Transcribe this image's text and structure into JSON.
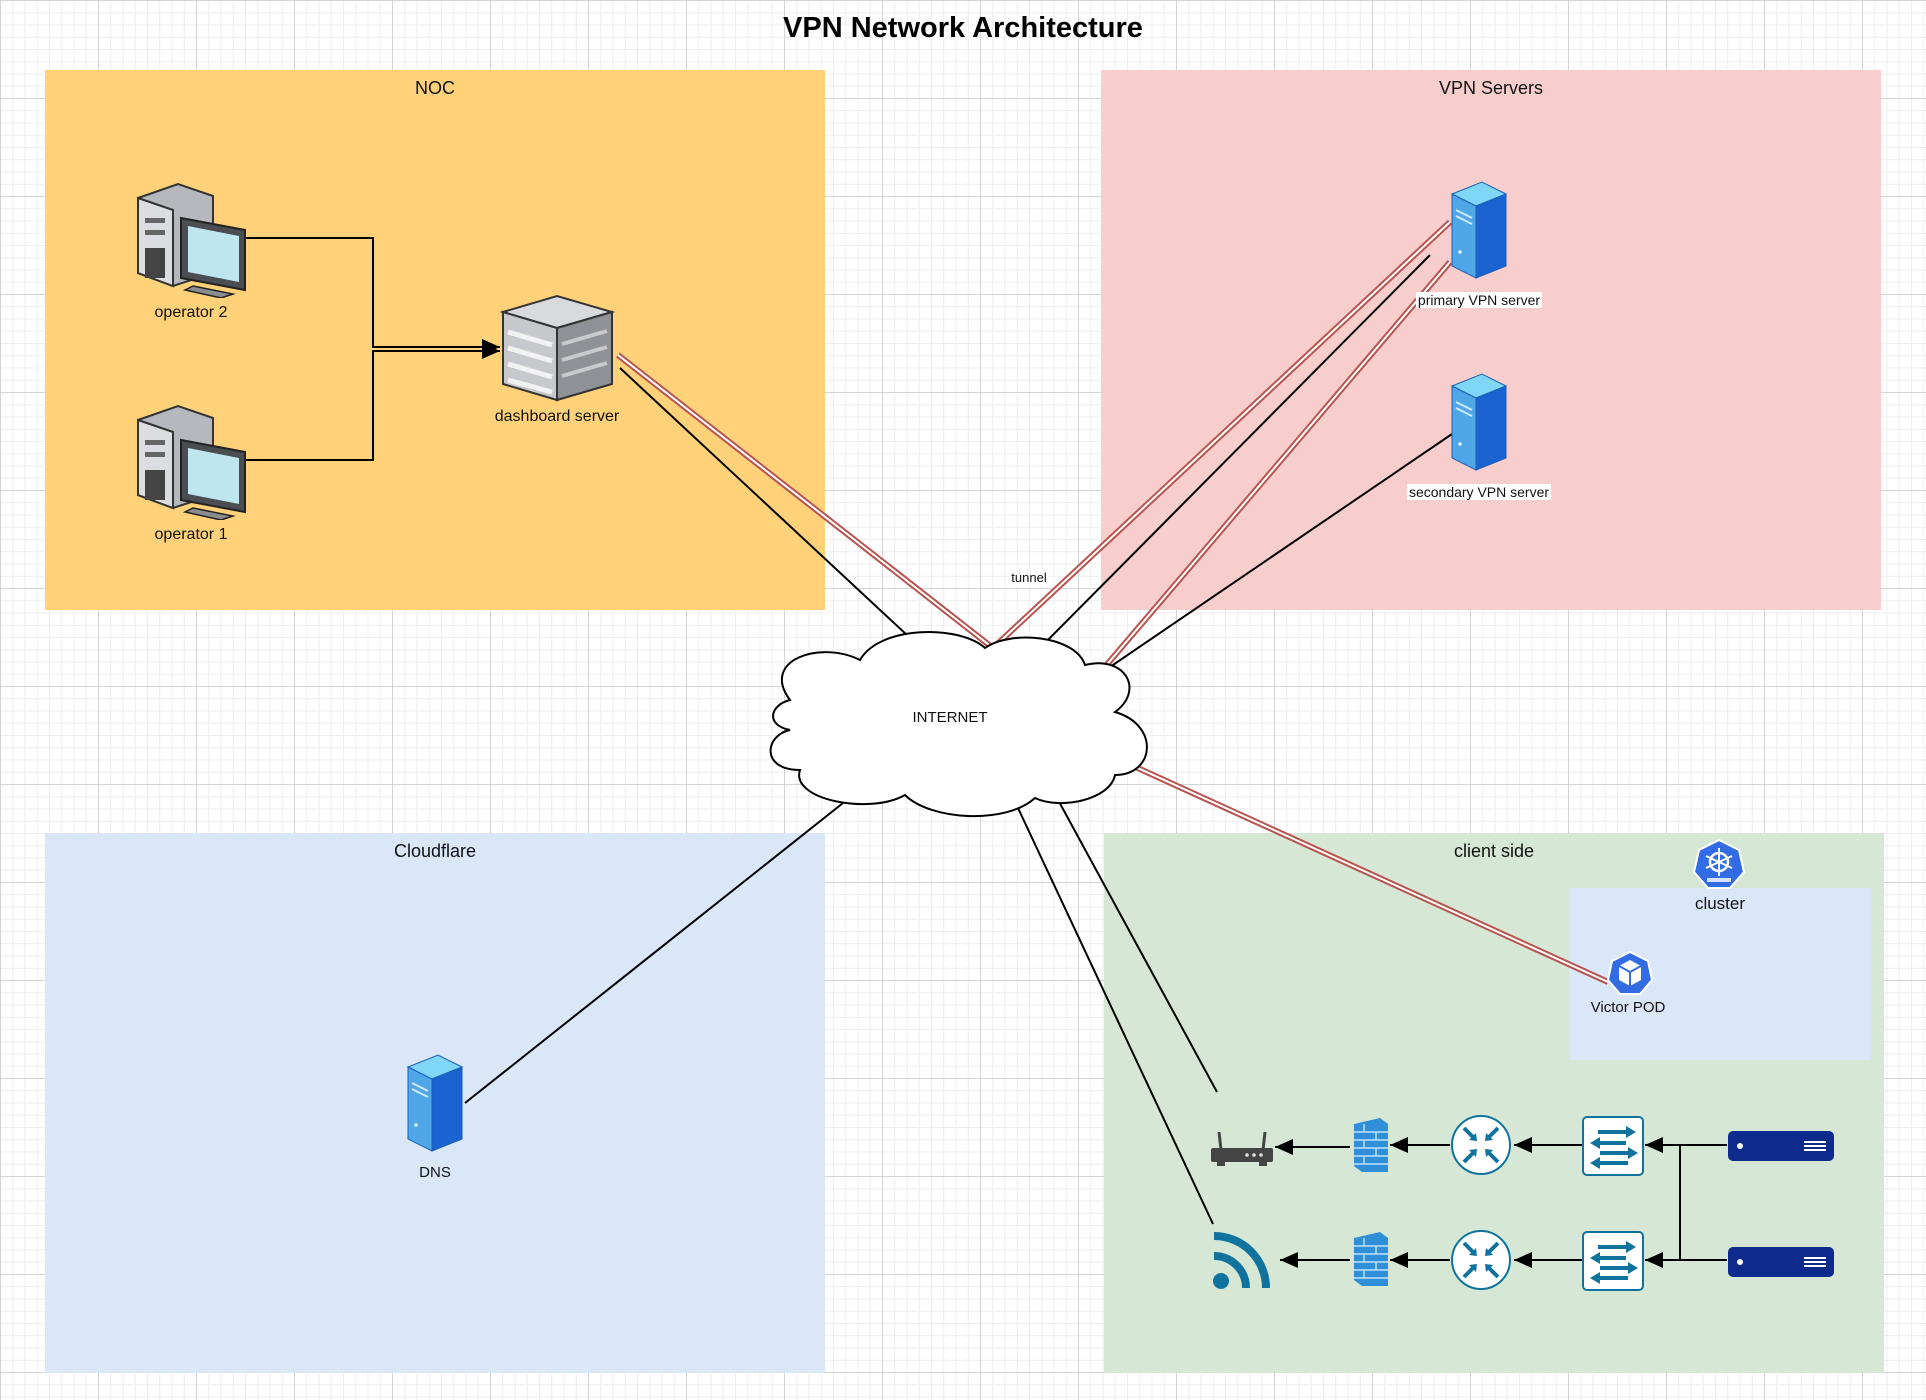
{
  "title": "VPN Network Architecture",
  "zones": {
    "noc": "NOC",
    "vpn_servers": "VPN Servers",
    "cloudflare": "Cloudflare",
    "client_side": "client side",
    "cluster": "cluster"
  },
  "nodes": {
    "operator_2": "operator 2",
    "operator_1": "operator 1",
    "dashboard_server": "dashboard server",
    "primary_vpn_server": "primary VPN server",
    "secondary_vpn_server": "secondary VPN server",
    "internet": "INTERNET",
    "dns": "DNS",
    "victor_pod": "Victor POD"
  },
  "edges": {
    "tunnel": "tunnel"
  },
  "colors": {
    "noc": "#ffd27a",
    "vpn_servers": "#f7cecc",
    "cloudflare": "#d9e7f8",
    "client_side": "#d6e8d5",
    "tunnel_line": "#b85450",
    "kubernetes_blue": "#326ce5",
    "network_icon": "#10739e",
    "appliance_blue": "#0e2a8c"
  }
}
